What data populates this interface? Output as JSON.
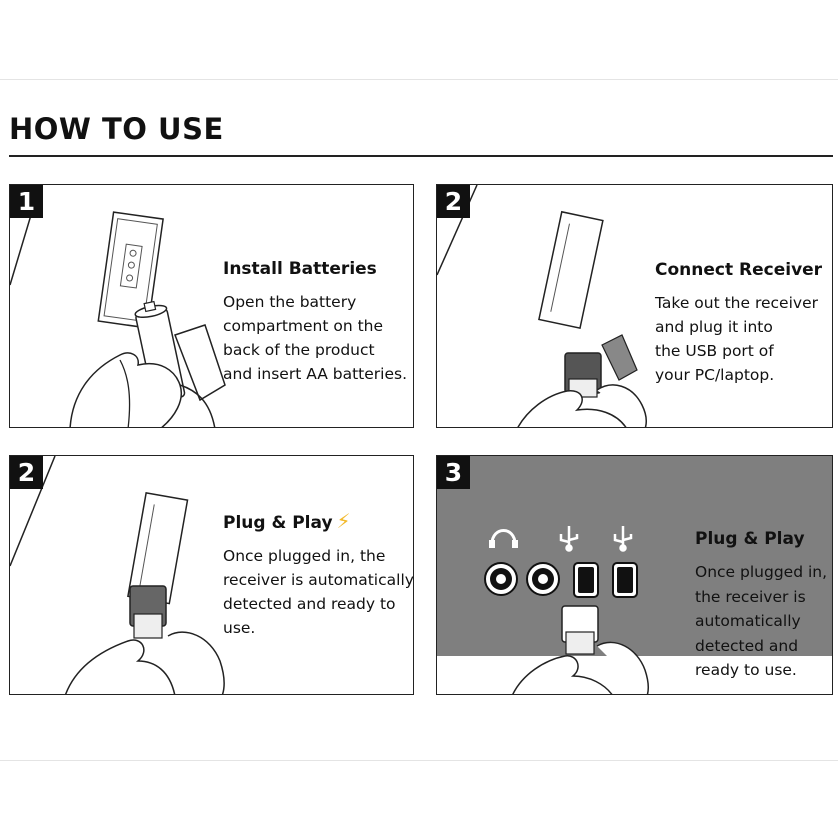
{
  "title": "HOW TO USE",
  "steps": [
    {
      "number": "1",
      "heading": "Install Batteries",
      "lines": [
        "Open the battery",
        "compartment on the",
        "back of the product",
        "and insert AA batteries."
      ],
      "icon": "battery-hand-illustration"
    },
    {
      "number": "2",
      "heading": "Connect Receiver",
      "lines": [
        "Take out the receiver",
        "and plug it into",
        "the USB port of",
        "your PC/laptop."
      ],
      "icon": "usb-receiver-hand-illustration"
    },
    {
      "number": "2",
      "heading": "Plug & Play",
      "lines": [
        "Once plugged in, the",
        "receiver is automatically",
        "detected and ready to",
        "use."
      ],
      "icon": "usb-receiver-plug-illustration",
      "accent_icon": "lightning-bolt-icon",
      "accent_color": "#f2b92b"
    },
    {
      "number": "3",
      "heading": "Plug & Play",
      "lines": [
        "Once plugged in,",
        "the receiver is",
        "automatically",
        "detected and",
        "ready to use."
      ],
      "icon": "pc-ports-illustration",
      "panel_color": "#7f7f7f"
    }
  ]
}
